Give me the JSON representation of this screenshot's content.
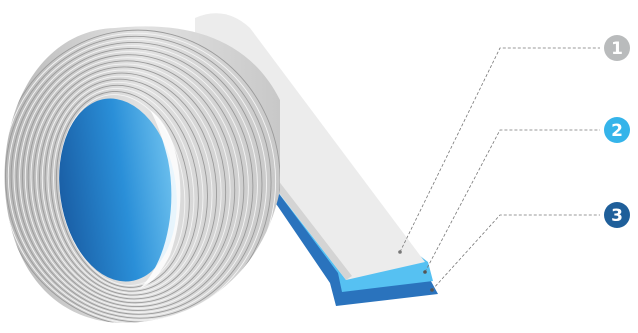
{
  "callouts": [
    {
      "number": "1",
      "color": "#b9bbbc"
    },
    {
      "number": "2",
      "color": "#35b4ea"
    },
    {
      "number": "3",
      "color": "#1f5f9a"
    }
  ],
  "colors": {
    "roll_face": "#f2f2f2",
    "roll_side": "#d2d2d2",
    "core_blue": "#1e86d0",
    "layer_top": "#e8e8e8",
    "layer_mid": "#56c1f2",
    "layer_bottom": "#2a73bd",
    "leader_line": "#777777"
  }
}
